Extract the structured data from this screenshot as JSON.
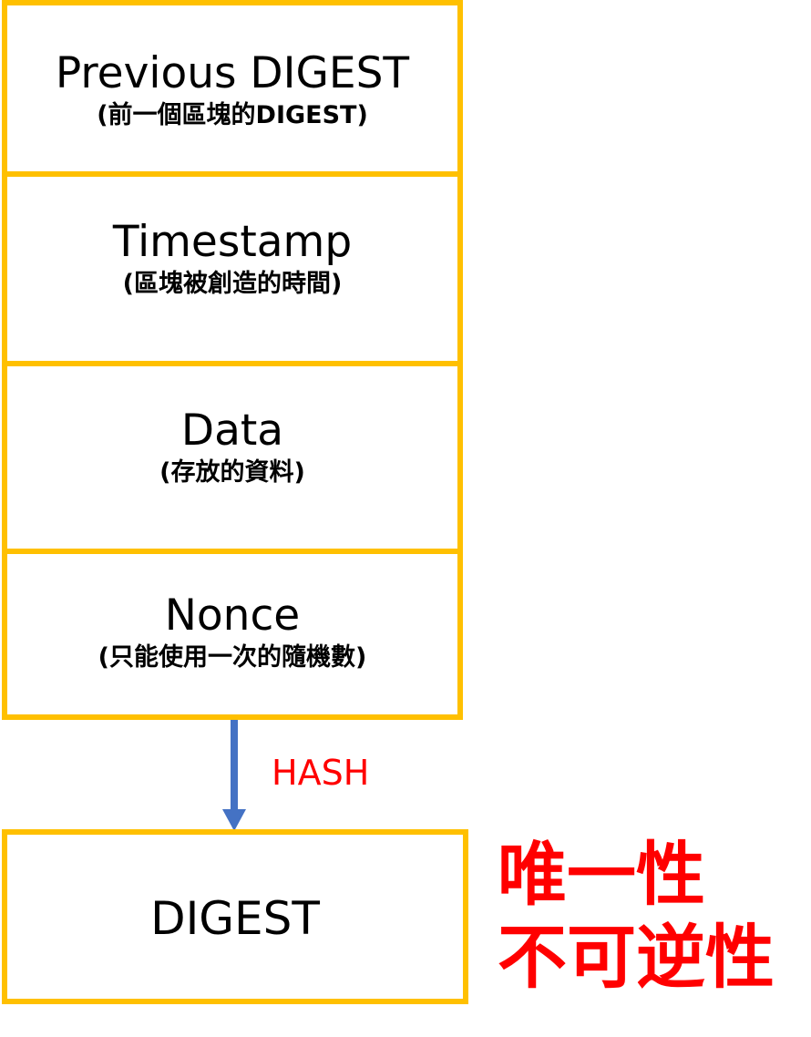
{
  "blocks": {
    "previous_digest": {
      "title": "Previous DIGEST",
      "subtitle": "(前一個區塊的DIGEST)"
    },
    "timestamp": {
      "title": "Timestamp",
      "subtitle": "(區塊被創造的時間)"
    },
    "data": {
      "title": "Data",
      "subtitle": "(存放的資料)"
    },
    "nonce": {
      "title": "Nonce",
      "subtitle": "(只能使用一次的隨機數)"
    }
  },
  "arrow": {
    "label": "HASH",
    "color": "#4472C4"
  },
  "digest": {
    "title": "DIGEST"
  },
  "properties": [
    "唯一性",
    "不可逆性"
  ],
  "colors": {
    "border": "#FFC000",
    "accent_red": "#FF0000",
    "arrow_blue": "#4472C4"
  }
}
